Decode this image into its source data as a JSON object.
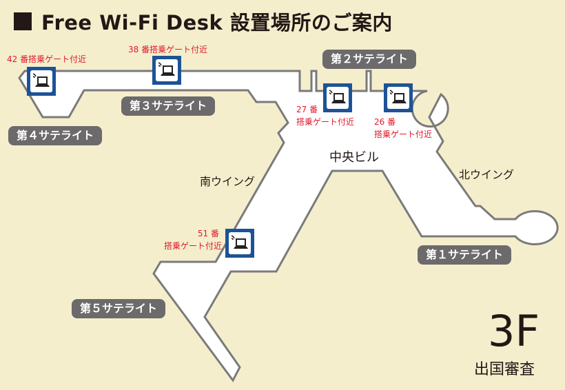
{
  "title": "Free Wi-Fi Desk 設置場所のご案内",
  "floor": {
    "level": "3F",
    "name": "出国審査"
  },
  "areas": {
    "center": "中央ビル",
    "south_wing": "南ウイング",
    "north_wing": "北ウイング"
  },
  "satellites": {
    "s1": "第１サテライト",
    "s2": "第２サテライト",
    "s3": "第３サテライト",
    "s4": "第４サテライト",
    "s5": "第５サテライト"
  },
  "wifi_desks": {
    "g42": {
      "gate": "42 番搭乗ゲート付近"
    },
    "g38": {
      "gate": "38 番搭乗ゲート付近"
    },
    "g27": {
      "num": "27 番",
      "text": "搭乗ゲート付近"
    },
    "g26": {
      "num": "26 番",
      "text": "搭乗ゲート付近"
    },
    "g51": {
      "num": "51 番",
      "text": "搭乗ゲート付近"
    }
  },
  "colors": {
    "background": "#f4eecd",
    "desk_blue": "#1c5396",
    "gate_red": "#e0192b",
    "label_gray": "#6c6a6a"
  }
}
